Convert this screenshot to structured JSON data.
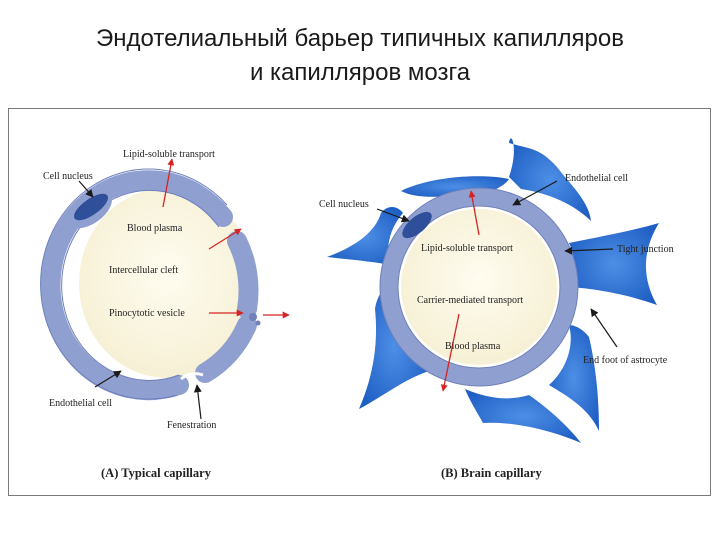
{
  "title": {
    "line1": "Эндотелиальный барьер типичных  капилляров",
    "line2": "и капилляров мозга"
  },
  "panel_a": {
    "caption": "(A) Typical capillary",
    "labels": {
      "lipid_transport": "Lipid-soluble transport",
      "cell_nucleus": "Cell nucleus",
      "blood_plasma": "Blood plasma",
      "intercellular_cleft": "Intercellular cleft",
      "pinocytotic_vesicle": "Pinocytotic vesicle",
      "endothelial_cell": "Endothelial cell",
      "fenestration": "Fenestration"
    }
  },
  "panel_b": {
    "caption": "(B) Brain capillary",
    "labels": {
      "endothelial_cell": "Endothelial cell",
      "cell_nucleus": "Cell nucleus",
      "lipid_transport": "Lipid-soluble transport",
      "tight_junction": "Tight junction",
      "carrier_transport": "Carrier-mediated transport",
      "blood_plasma": "Blood plasma",
      "end_foot": "End foot of astrocyte"
    }
  },
  "colors": {
    "membrane": "#8f9fd0",
    "membrane_edge": "#6f80bb",
    "nucleus": "#2f4f9a",
    "plasma": "#fbf7e4",
    "astrocyte": "#2a6fd0",
    "arrow_red": "#d62424",
    "arrow_black": "#1a1a1a"
  }
}
